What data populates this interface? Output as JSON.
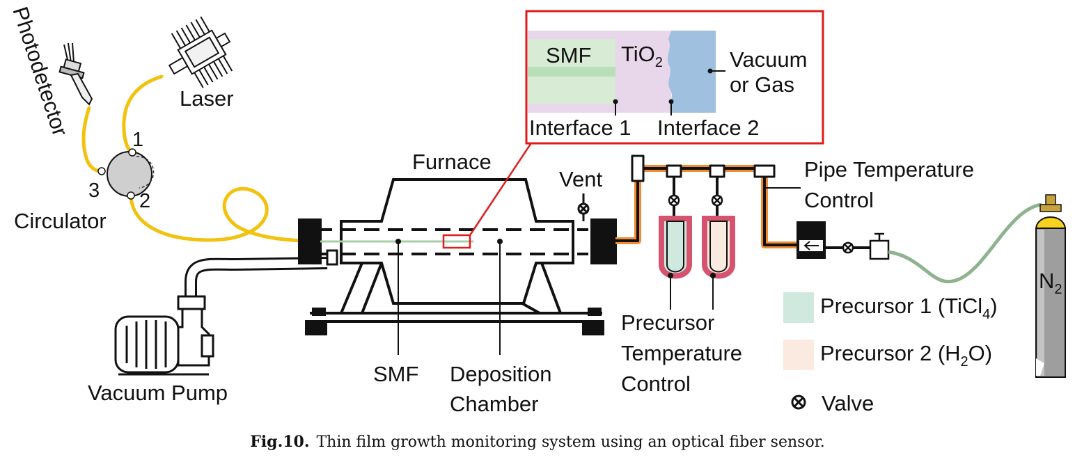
{
  "labels": {
    "photodetector": "Photodetector",
    "laser": "Laser",
    "circulator": "Circulator",
    "port1": "1",
    "port2": "2",
    "port3": "3",
    "furnace": "Furnace",
    "vent": "Vent",
    "vacuum_pump": "Vacuum Pump",
    "smf": "SMF",
    "deposition_chamber_1": "Deposition",
    "deposition_chamber_2": "Chamber",
    "pipe_temp_1": "Pipe Temperature",
    "pipe_temp_2": "Control",
    "precursor_temp_1": "Precursor",
    "precursor_temp_2": "Temperature",
    "precursor_temp_3": "Control",
    "n2_main": "N",
    "n2_sub": "2"
  },
  "inset": {
    "smf": "SMF",
    "tio2_main": "TiO",
    "tio2_sub": "2",
    "vacuum_1": "Vacuum",
    "vacuum_2": "or Gas",
    "interface1": "Interface 1",
    "interface2": "Interface 2"
  },
  "legend": {
    "p1_main": "Precursor 1 (TiCl",
    "p1_sub": "4",
    "p1_end": ")",
    "p2_main": "Precursor 2 (H",
    "p2_sub": "2",
    "p2_end": "O)",
    "valve": "Valve"
  },
  "caption": {
    "label": "Fig.10.",
    "text": "Thin film growth monitoring system using an optical fiber sensor."
  },
  "colors": {
    "fiber": "#f2c20f",
    "precursor1": "#cfe9df",
    "precursor2": "#fbeadf",
    "tube_rim": "#d6536f",
    "pipe_heat": "#f08c35",
    "n2_hose": "#8fb38f",
    "inset_border": "#e01b1b",
    "smf_fill": "#d7ebd5",
    "smf_core": "#b8dfb6",
    "tio2_fill": "#e8d6ea",
    "gas_fill": "#9fc1df"
  }
}
